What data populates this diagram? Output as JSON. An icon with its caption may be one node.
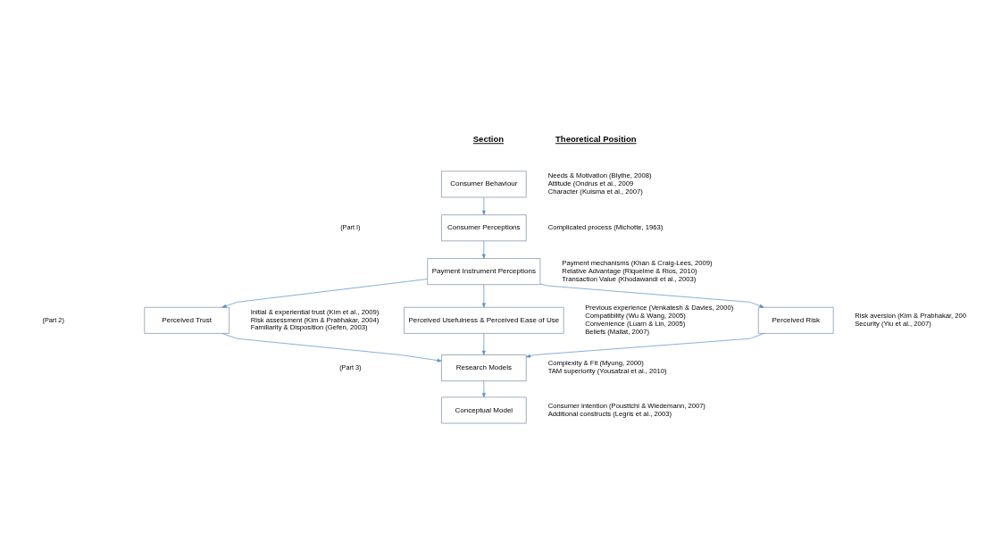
{
  "diagram": {
    "nodes": [
      {
        "text": [
          "Consumer Behaviour"
        ],
        "beside": [
          "Needs & Motivation (Blythe, 2008)",
          "Attitude (Ondrus et al., 2009",
          "Character (Kuisma et al., 2007)"
        ]
      },
      {
        "text": [
          "Consumer Perceptions"
        ],
        "beside": [
          "Complicated process (Michotte, 1963)"
        ]
      },
      {
        "text": [
          "Payment Instrument Perceptions"
        ],
        "beside": [
          "Payment mechanisms (Khan & Craig-Lees, 2009)",
          "Relative Advantage (Riquelme & Rios, 2010)",
          "Transaction Value (Khodawandi et al., 2003)"
        ]
      },
      {
        "text": [
          "Perceived Usefulness & Perceived Ease of Use"
        ],
        "beside": [
          "Previous experience (Venkatesh & Davies, 2000)",
          "Compatibility (Wu & Wang, 2005)",
          "Convenience (Luarn & Lin, 2005)",
          "Beliefs (Mallat, 2007)"
        ]
      },
      {
        "text": [
          "Perceived Trust"
        ],
        "beside": [
          "Initial & experiential trust (Kim et al., 2009)",
          "Risk assessment (Kim & Prabhakar, 2004)",
          "Familiarity & Disposition (Gefen, 2003)"
        ]
      },
      {
        "text": [
          "Perceived Risk"
        ],
        "beside": [
          "Risk aversion (Kim & Prabhakar, 200",
          "Security (Yiu et al., 2007)"
        ]
      },
      {
        "text": [
          "Research Models"
        ],
        "beside": [
          "Complexity & Fit (Myung, 2000)",
          "TAM superiority (Yousafzai et al., 2010)"
        ]
      },
      {
        "text": [
          "Conceptual Model"
        ],
        "beside": [
          "Consumer intention (Pousttchi & Wiedemann, 2007)",
          "Additional constructs (Legris et al., 2003)"
        ]
      }
    ],
    "edges": [
      {
        "from": 0,
        "to": 1,
        "arrow": "to"
      },
      {
        "from": 1,
        "to": 2,
        "arrow": "to"
      },
      {
        "from": 2,
        "to": 3,
        "arrow": "to"
      },
      {
        "from": 2,
        "to": 4,
        "arrow": "to"
      },
      {
        "from": 2,
        "to": 5,
        "arrow": "to"
      },
      {
        "from": 3,
        "to": 6,
        "arrow": "to"
      },
      {
        "from": 4,
        "to": 6,
        "arrow": "to"
      },
      {
        "from": 5,
        "to": 6,
        "arrow": "to"
      },
      {
        "from": 6,
        "to": 7,
        "arrow": "to"
      }
    ],
    "labels": [
      "Section",
      "Theoretical Position",
      "(Part I)",
      "(Part 2)",
      "(Part 3)"
    ]
  }
}
